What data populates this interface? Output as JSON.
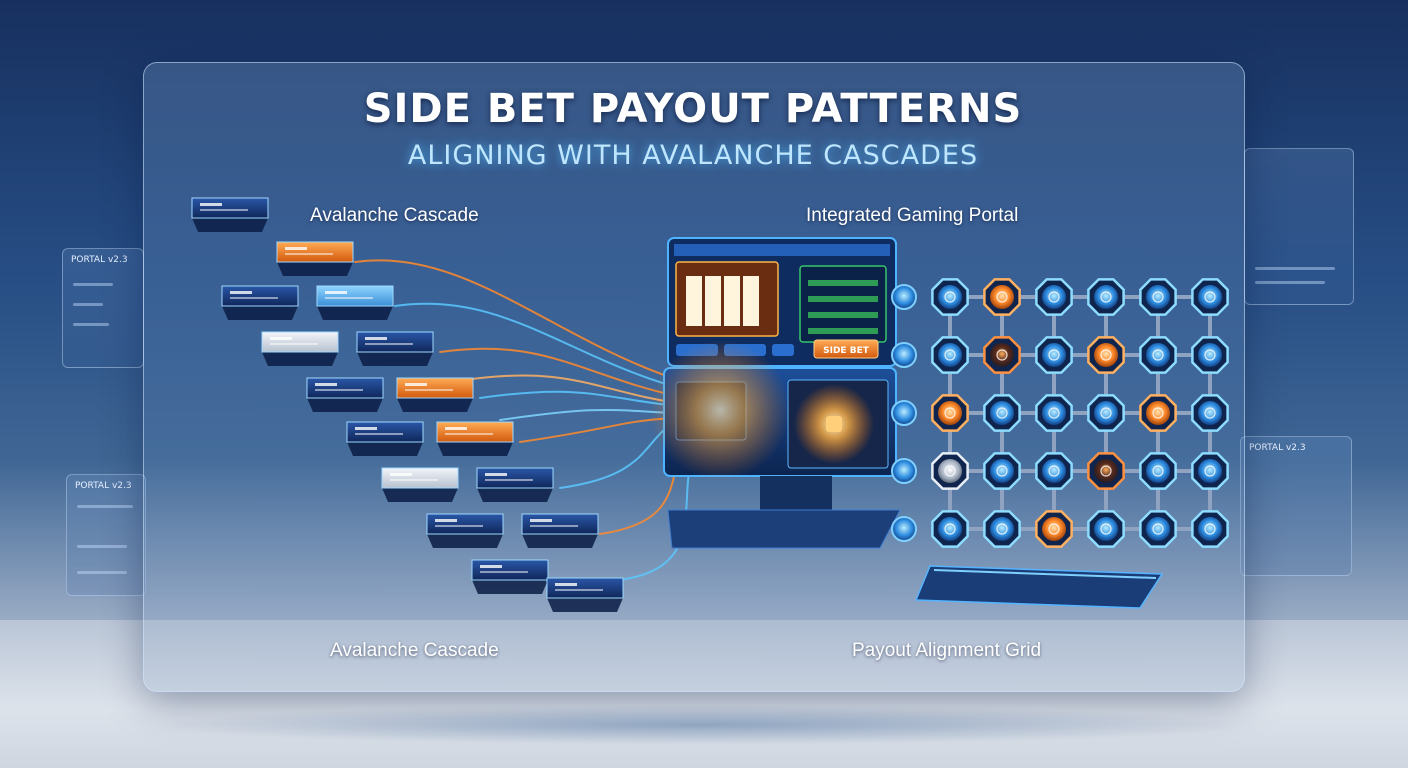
{
  "header": {
    "title": "SIDE BET PAYOUT PATTERNS",
    "subtitle": "ALIGNING WITH AVALANCHE CASCADES"
  },
  "labels": {
    "cascade_top": "Avalanche Cascade",
    "portal": "Integrated Gaming Portal",
    "cascade_bottom": "Avalanche Cascade",
    "grid": "Payout Alignment Grid"
  },
  "side_panels": {
    "left_top_title": "PORTAL v2.3",
    "left_bottom_title": "PORTAL v2.3",
    "right_bottom_title": "PORTAL v2.3"
  },
  "portal": {
    "side_bet_label": "SIDE BET"
  },
  "colors": {
    "accent_blue": "#3fb6ff",
    "accent_orange": "#ff8a2a",
    "panel_navy": "#15336b"
  },
  "grid": {
    "rows": [
      [
        "blue",
        "orange",
        "blue",
        "blue",
        "blue",
        "blue"
      ],
      [
        "blue",
        "orange-dark",
        "blue",
        "orange",
        "blue",
        "blue"
      ],
      [
        "orange",
        "blue",
        "blue",
        "blue",
        "orange",
        "blue"
      ],
      [
        "silver",
        "blue",
        "blue",
        "orange-dark",
        "blue",
        "blue"
      ],
      [
        "blue",
        "blue",
        "orange",
        "blue",
        "blue",
        "blue"
      ]
    ]
  }
}
